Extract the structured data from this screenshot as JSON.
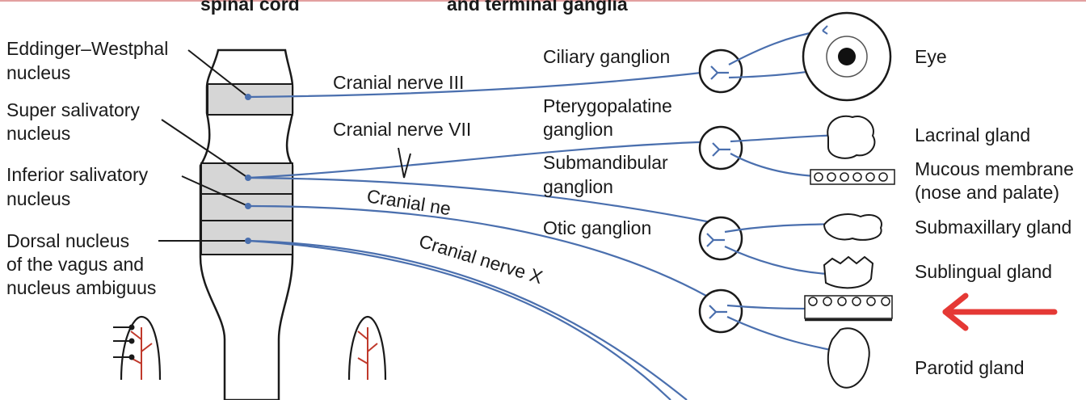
{
  "headers": {
    "left": "spinal cord",
    "right": "and terminal ganglia"
  },
  "nuclei": {
    "edinger_line1": "Eddinger–Westphal",
    "edinger_line2": "nucleus",
    "super_line1": "Super salivatory",
    "super_line2": "nucleus",
    "inferior_line1": "Inferior salivatory",
    "inferior_line2": "nucleus",
    "dorsal_line1": "Dorsal nucleus",
    "dorsal_line2": "of the vagus and",
    "dorsal_line3": "nucleus ambiguus"
  },
  "nerves": {
    "cn3": "Cranial nerve III",
    "cn7": "Cranial nerve VII",
    "cn9": "Cranial ne",
    "cn10": "Cranial nerve X"
  },
  "ganglia": {
    "ciliary": "Ciliary ganglion",
    "pterygo_line1": "Pterygopalatine",
    "pterygo_line2": "ganglion",
    "submand_line1": "Submandibular",
    "submand_line2": "ganglion",
    "otic": "Otic ganglion"
  },
  "targets": {
    "eye": "Eye",
    "lacrimal": "Lacrinal gland",
    "mucous_line1": "Mucous membrane",
    "mucous_line2": "(nose and palate)",
    "submaxillary": "Submaxillary gland",
    "sublingual": "Sublingual gland",
    "parotid": "Parotid gland"
  },
  "colors": {
    "nerve": "#4a6fae",
    "vessel": "#c0392b",
    "arrow": "#e53935",
    "band": "#d6d6d6"
  }
}
